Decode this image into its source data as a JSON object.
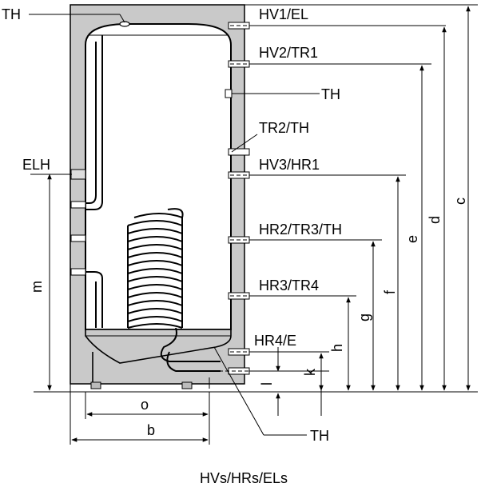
{
  "labels": {
    "th_top": "TH",
    "hv1_el": "HV1/EL",
    "hv2_tr1": "HV2/TR1",
    "th_mid": "TH",
    "tr2_th": "TR2/TH",
    "elh": "ELH",
    "hv3_hr1": "HV3/HR1",
    "hr2_tr3_th": "HR2/TR3/TH",
    "hr3_tr4": "HR3/TR4",
    "hr4_e": "HR4/E",
    "th_bottom": "TH",
    "hvs_hrs_els": "HVs/HRs/ELs"
  },
  "dimensions": {
    "m": "m",
    "o": "o",
    "b": "b",
    "l": "l",
    "k": "k",
    "h": "h",
    "g": "g",
    "f": "f",
    "e": "e",
    "d": "d",
    "c": "c"
  }
}
